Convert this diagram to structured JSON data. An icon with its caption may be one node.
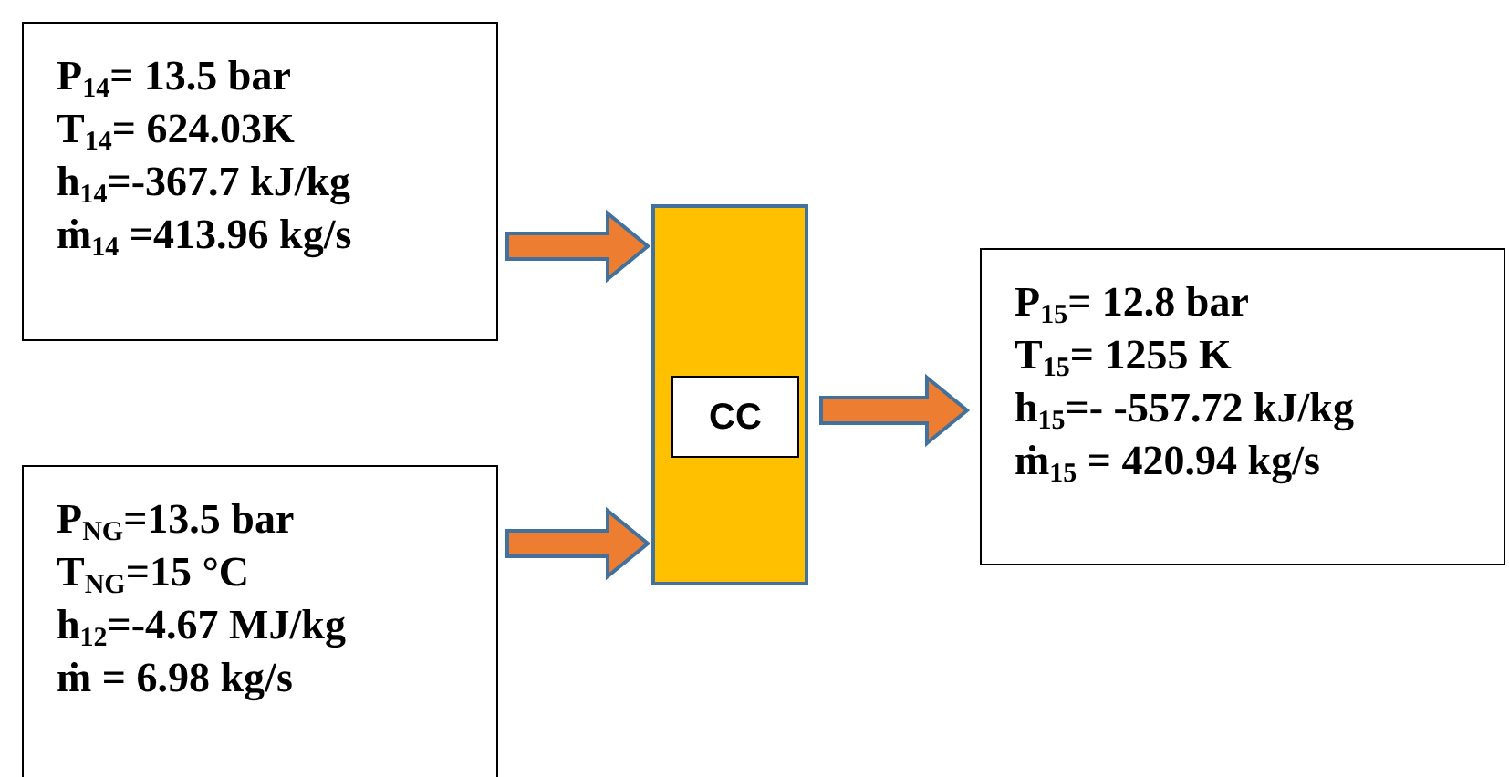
{
  "diagram": {
    "nodes": [
      {
        "text": [
          "P$_{14}$= 13.5 bar",
          "T$_{14}$= 624.03K",
          "h$_{14}$=-367.7 kJ/kg",
          "ṁ$_{14}$ =413.96 kg/s"
        ]
      },
      {
        "text": [
          "P$_{NG}$=13.5 bar",
          "T$_{NG}$=15 °C",
          "h$_{12}$=-4.67 MJ/kg",
          "ṁ = 6.98 kg/s"
        ]
      },
      {
        "text": [],
        "shape": "box"
      },
      {
        "text": [
          "CC"
        ],
        "in": 2
      },
      {
        "text": [
          "P$_{15}$= 12.8 bar",
          "T$_{15}$= 1255 K",
          "h$_{15}$=- -557.72 kJ/kg",
          "ṁ$_{15}$ = 420.94 kg/s"
        ]
      }
    ],
    "edges": [
      {
        "from": 0,
        "to": 2,
        "arrow": "to"
      },
      {
        "from": 1,
        "to": 2,
        "arrow": "to"
      },
      {
        "from": 2,
        "to": 4,
        "arrow": "to"
      }
    ]
  }
}
